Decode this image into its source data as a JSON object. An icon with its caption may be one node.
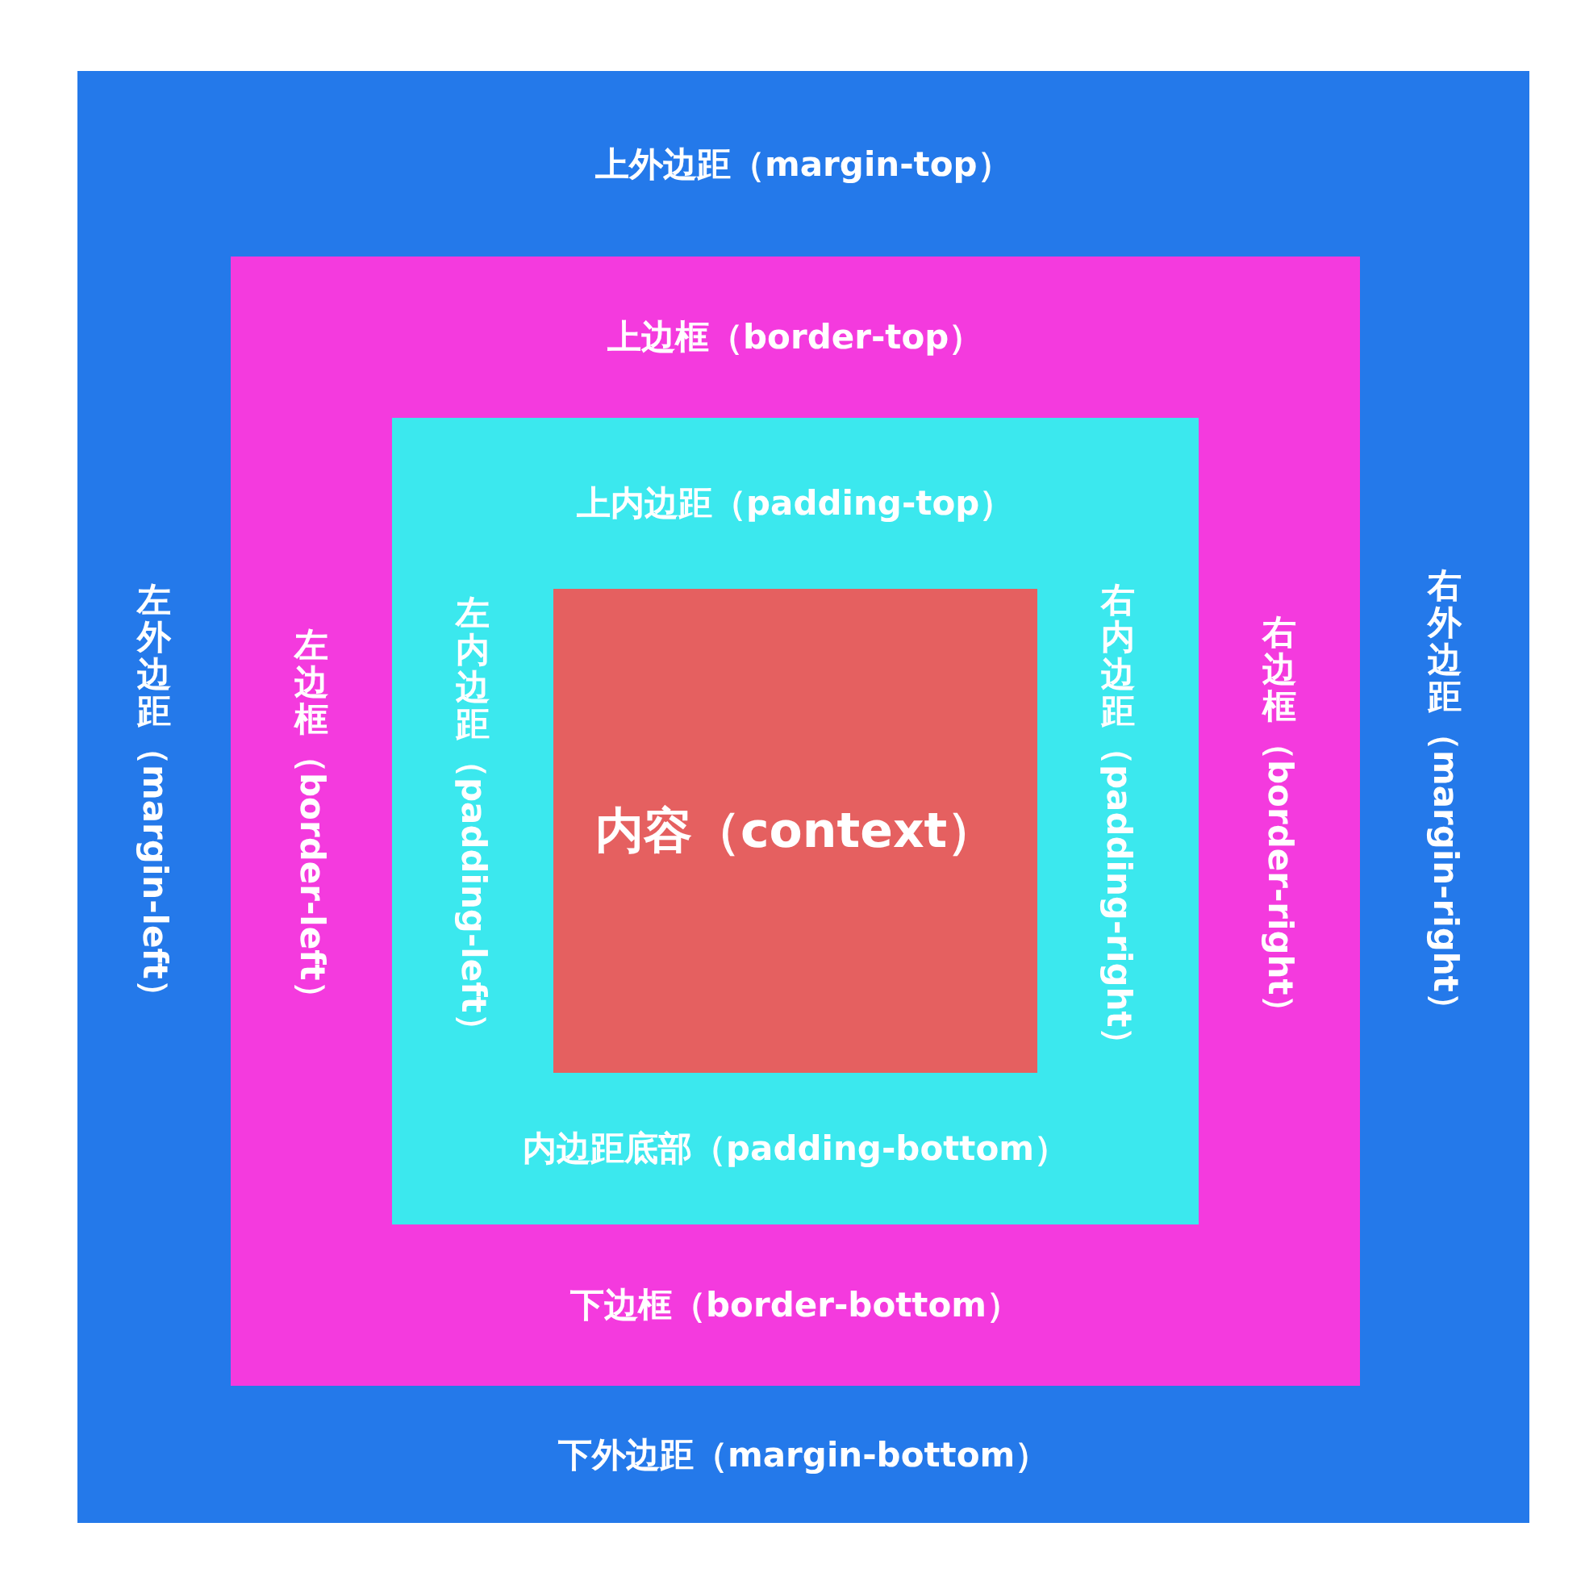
{
  "diagram": {
    "nodes": [
      {
        "text": [
          "上外边距（margin-top）",
          "左外边距（margin-left）",
          "右外边距（margin-right）",
          "下外边距（margin-bottom）"
        ]
      },
      {
        "text": [
          "上边框（border-top）",
          "左边框（border-left）",
          "右边框（border-right）",
          "下边框（border-bottom）"
        ],
        "in": 0
      },
      {
        "text": [
          "上内边距（padding-top）",
          "左内边距（padding-left）",
          "右内边距（padding-right）",
          "内边距底部（padding-bottom）"
        ],
        "in": 1
      },
      {
        "text": [
          "内容（context）"
        ],
        "in": 2
      }
    ]
  }
}
